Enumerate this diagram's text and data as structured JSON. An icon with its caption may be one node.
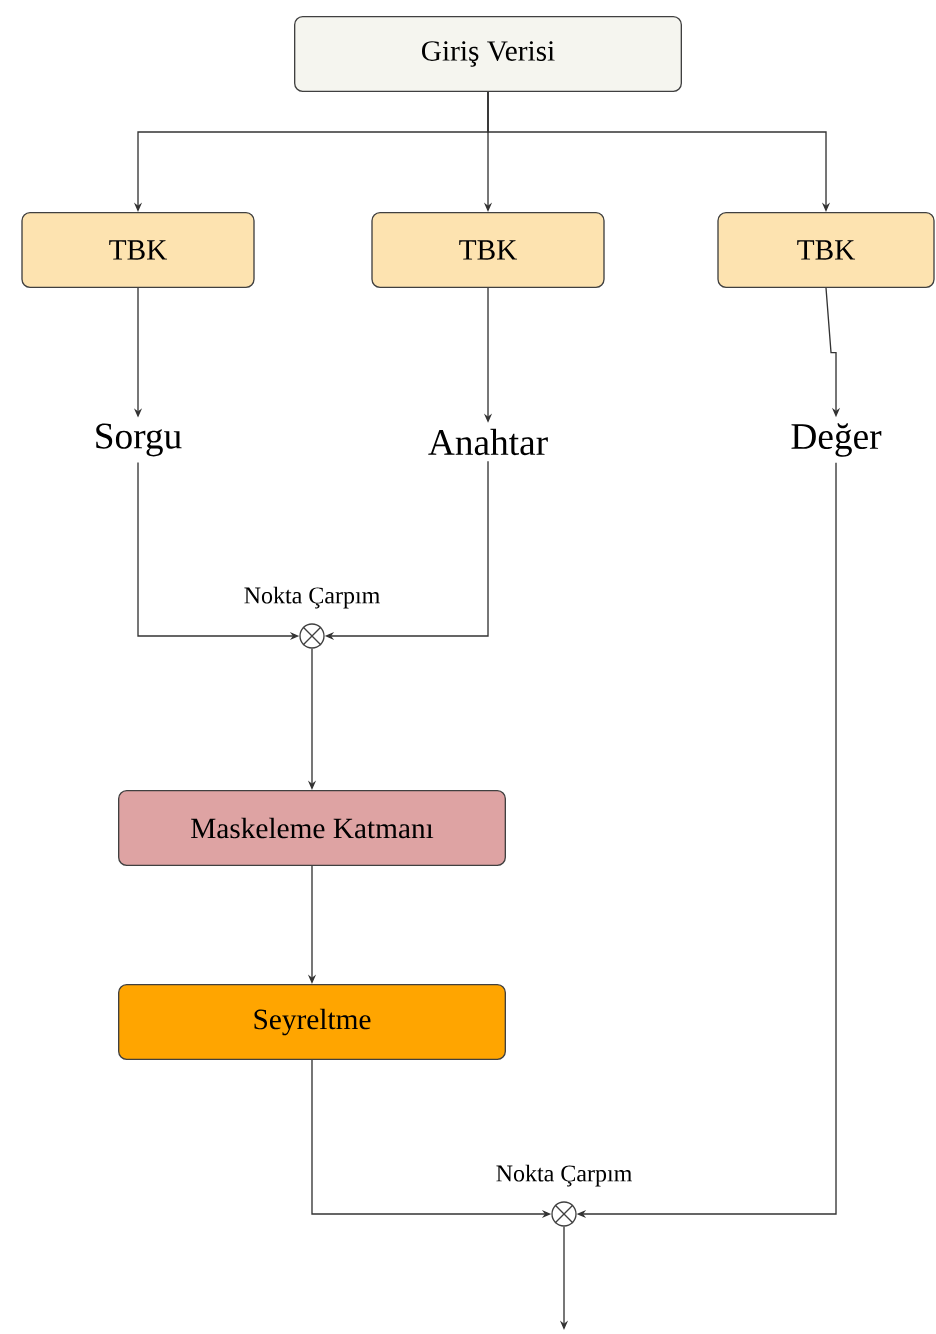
{
  "diagram": {
    "nodes": [
      {
        "text": [
          "Giriş Verisi"
        ]
      },
      {
        "text": [
          "TBK"
        ]
      },
      {
        "text": [
          "TBK"
        ]
      },
      {
        "text": [
          "TBK"
        ]
      },
      {
        "text": [
          "Sorgu"
        ]
      },
      {
        "text": [
          "Anahtar"
        ]
      },
      {
        "text": [
          "Değer"
        ]
      },
      {
        "text": [],
        "shape": "circle",
        "beside": [
          "Nokta Çarpım"
        ]
      },
      {
        "text": [
          "Maskeleme Katmanı"
        ]
      },
      {
        "text": [
          "Seyreltme"
        ]
      },
      {
        "text": [],
        "shape": "circle",
        "beside": [
          "Nokta Çarpım"
        ]
      }
    ],
    "edges": [
      {
        "from": 0,
        "to": 1,
        "arrow": "to"
      },
      {
        "from": 0,
        "to": 2,
        "arrow": "to"
      },
      {
        "from": 0,
        "to": 3,
        "arrow": "to"
      },
      {
        "from": 1,
        "to": 4,
        "arrow": "to"
      },
      {
        "from": 2,
        "to": 5,
        "arrow": "to"
      },
      {
        "from": 3,
        "to": 6,
        "arrow": "to"
      },
      {
        "from": 4,
        "to": 7,
        "arrow": "to"
      },
      {
        "from": 5,
        "to": 7,
        "arrow": "to"
      },
      {
        "from": 7,
        "to": 8,
        "arrow": "to"
      },
      {
        "from": 8,
        "to": 9,
        "arrow": "to"
      },
      {
        "from": 9,
        "to": 10,
        "arrow": "to"
      },
      {
        "from": 6,
        "to": 10,
        "arrow": "to"
      },
      {
        "from": 10,
        "to": null,
        "arrow": "to"
      }
    ]
  }
}
